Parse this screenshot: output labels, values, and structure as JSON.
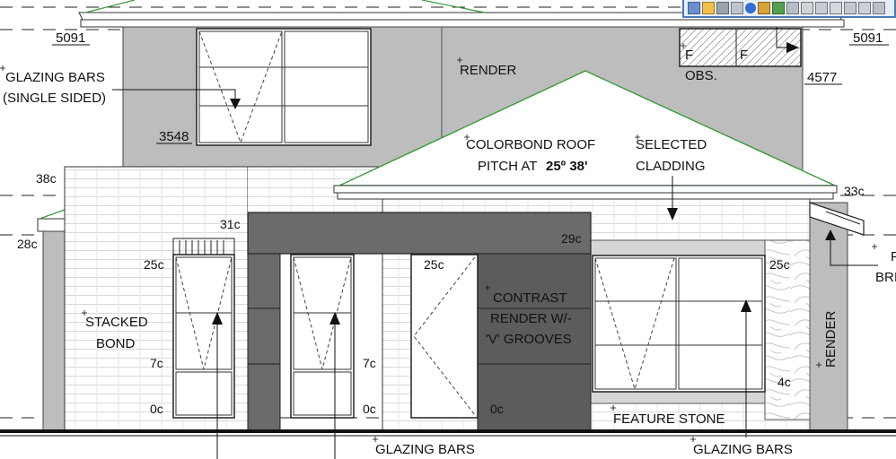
{
  "colors": {
    "render_grey": "#bdbdbd",
    "dark_cladding": "#6b6b6b",
    "contrast_render": "#5c5c5c",
    "roof_line": "#3a9a3a",
    "brick_line": "#d9d9d9",
    "stone": "#d6d6d6",
    "toolbar_border": "#4a7ab5",
    "toolbar_bg": "#e6eef8"
  },
  "levels": {
    "left_top": "5091",
    "right_top": "5091",
    "right_upper": "4577",
    "window_head": "3548"
  },
  "courses": {
    "c38": "38c",
    "c33": "33c",
    "c31": "31c",
    "c29": "29c",
    "c28": "28c",
    "c25_left": "25c",
    "c25_door": "25c",
    "c25_right": "25c",
    "c7_left": "7c",
    "c7_mid": "7c",
    "c4": "4c",
    "c0_left": "0c",
    "c0_mid": "0c",
    "c0_door": "0c"
  },
  "notes": {
    "glazing_bars_top_1": "GLAZING BARS",
    "glazing_bars_top_2": "(SINGLE SIDED)",
    "render_upper": "RENDER",
    "obs": "OBS.",
    "obs_f1": "F",
    "obs_f2": "F",
    "colorbond_1": "COLORBOND ROOF",
    "colorbond_2": "PITCH AT",
    "colorbond_pitch": "25º 38'",
    "selected_1": "SELECTED",
    "selected_2": "CLADDING",
    "contrast_1": "CONTRAST",
    "contrast_2": "RENDER W/-",
    "contrast_3": "'V' GROOVES",
    "stacked_1": "STACKED",
    "stacked_2": "BOND",
    "render_side": "RENDER",
    "feature_stone": "FEATURE STONE",
    "glazing_bars_bottom_1": "GLAZING BARS",
    "glazing_bars_bottom_2": "GLAZING BARS",
    "cut_f": "F",
    "cut_bri": "BRI"
  },
  "toolbar": {
    "icons": [
      "cube-icon",
      "figure-icon",
      "grid-icon",
      "pin-icon",
      "info-icon",
      "lock-icon",
      "brush-icon",
      "view-icon",
      "section-icon",
      "table-icon",
      "elevation-icon",
      "sheet-icon",
      "schedule-icon",
      "layers-icon"
    ]
  }
}
